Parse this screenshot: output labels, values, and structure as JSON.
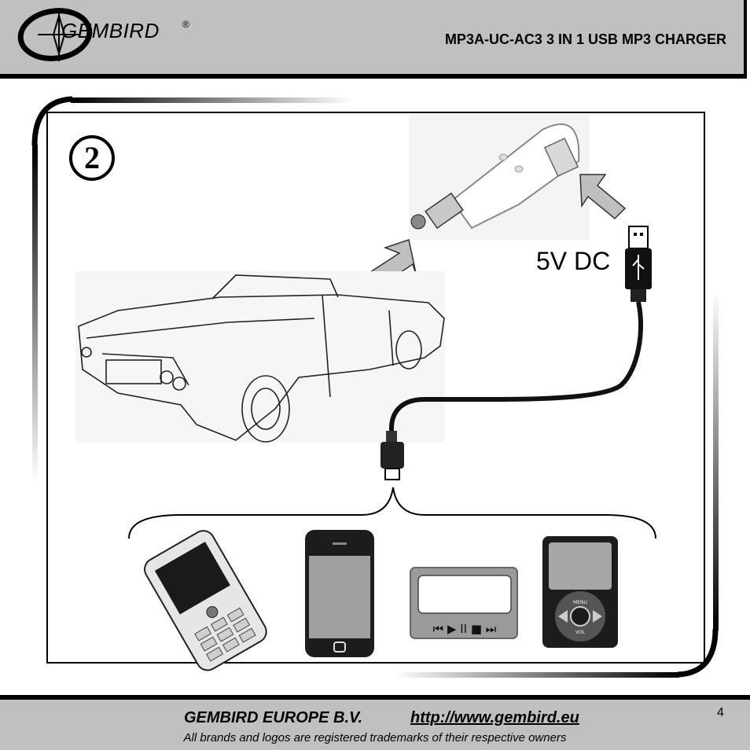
{
  "header": {
    "logo_text": "GEMBIRD",
    "logo_mark": "®",
    "title": "MP3A-UC-AC3 3 IN 1 USB MP3 CHARGER"
  },
  "step": {
    "number": "2"
  },
  "diagram": {
    "voltage_label": "5V DC",
    "icons": [
      "car-charger-icon",
      "convertible-car-icon",
      "usb-plug-icon",
      "mini-usb-plug-icon",
      "mobile-phone-icon",
      "smartphone-icon",
      "mp3-player-icon",
      "ipod-style-player-icon"
    ],
    "player_buttons": "⏮ ▶ II ■ ⏭",
    "ipod_menu": "MENU",
    "ipod_vol": "VOL"
  },
  "footer": {
    "company": "GEMBIRD EUROPE B.V.",
    "website": "http://www.gembird.eu",
    "trademark_note": "All brands and logos are registered trademarks of their respective owners",
    "page_number": "4"
  }
}
